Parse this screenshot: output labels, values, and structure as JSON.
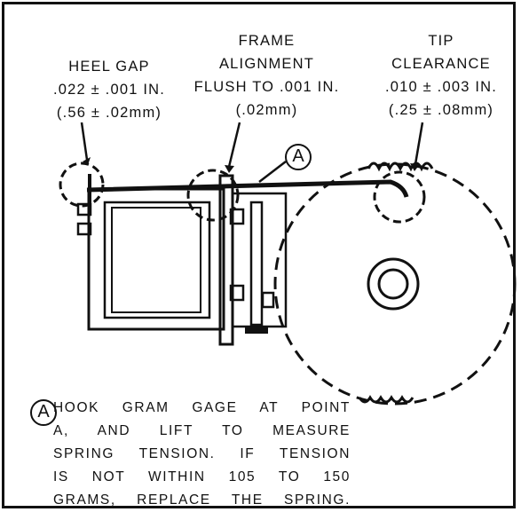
{
  "labels": {
    "heel_gap": [
      "HEEL GAP",
      ".022 ± .001 IN.",
      "(.56 ± .02mm)"
    ],
    "frame_alignment": [
      "FRAME",
      "ALIGNMENT",
      "FLUSH TO .001 IN.",
      "(.02mm)"
    ],
    "tip_clearance": [
      "TIP",
      "CLEARANCE",
      ".010 ± .003 IN.",
      "(.25 ± .08mm)"
    ]
  },
  "point_marker": "A",
  "note": {
    "marker": "A",
    "lines": [
      "HOOK GRAM GAGE AT POINT",
      "A, AND LIFT TO MEASURE",
      "SPRING TENSION. IF TENSION",
      "IS NOT WITHIN 105 TO 150",
      "GRAMS, REPLACE THE SPRING."
    ]
  }
}
